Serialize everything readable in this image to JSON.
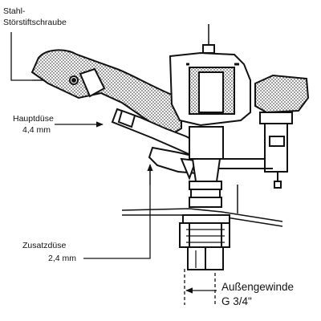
{
  "labels": {
    "stahl_1": "Stahl-",
    "stahl_2": "Störstiftschraube",
    "haupt_1": "Hauptdüse",
    "haupt_2": "4,4 mm",
    "zusatz_1": "Zusatzdüse",
    "zusatz_2": "2,4 mm",
    "aussen_1": "Außengewinde",
    "aussen_2": "G 3/4\""
  },
  "colors": {
    "ink": "#111111",
    "dot": "#555555",
    "background": "#ffffff"
  }
}
